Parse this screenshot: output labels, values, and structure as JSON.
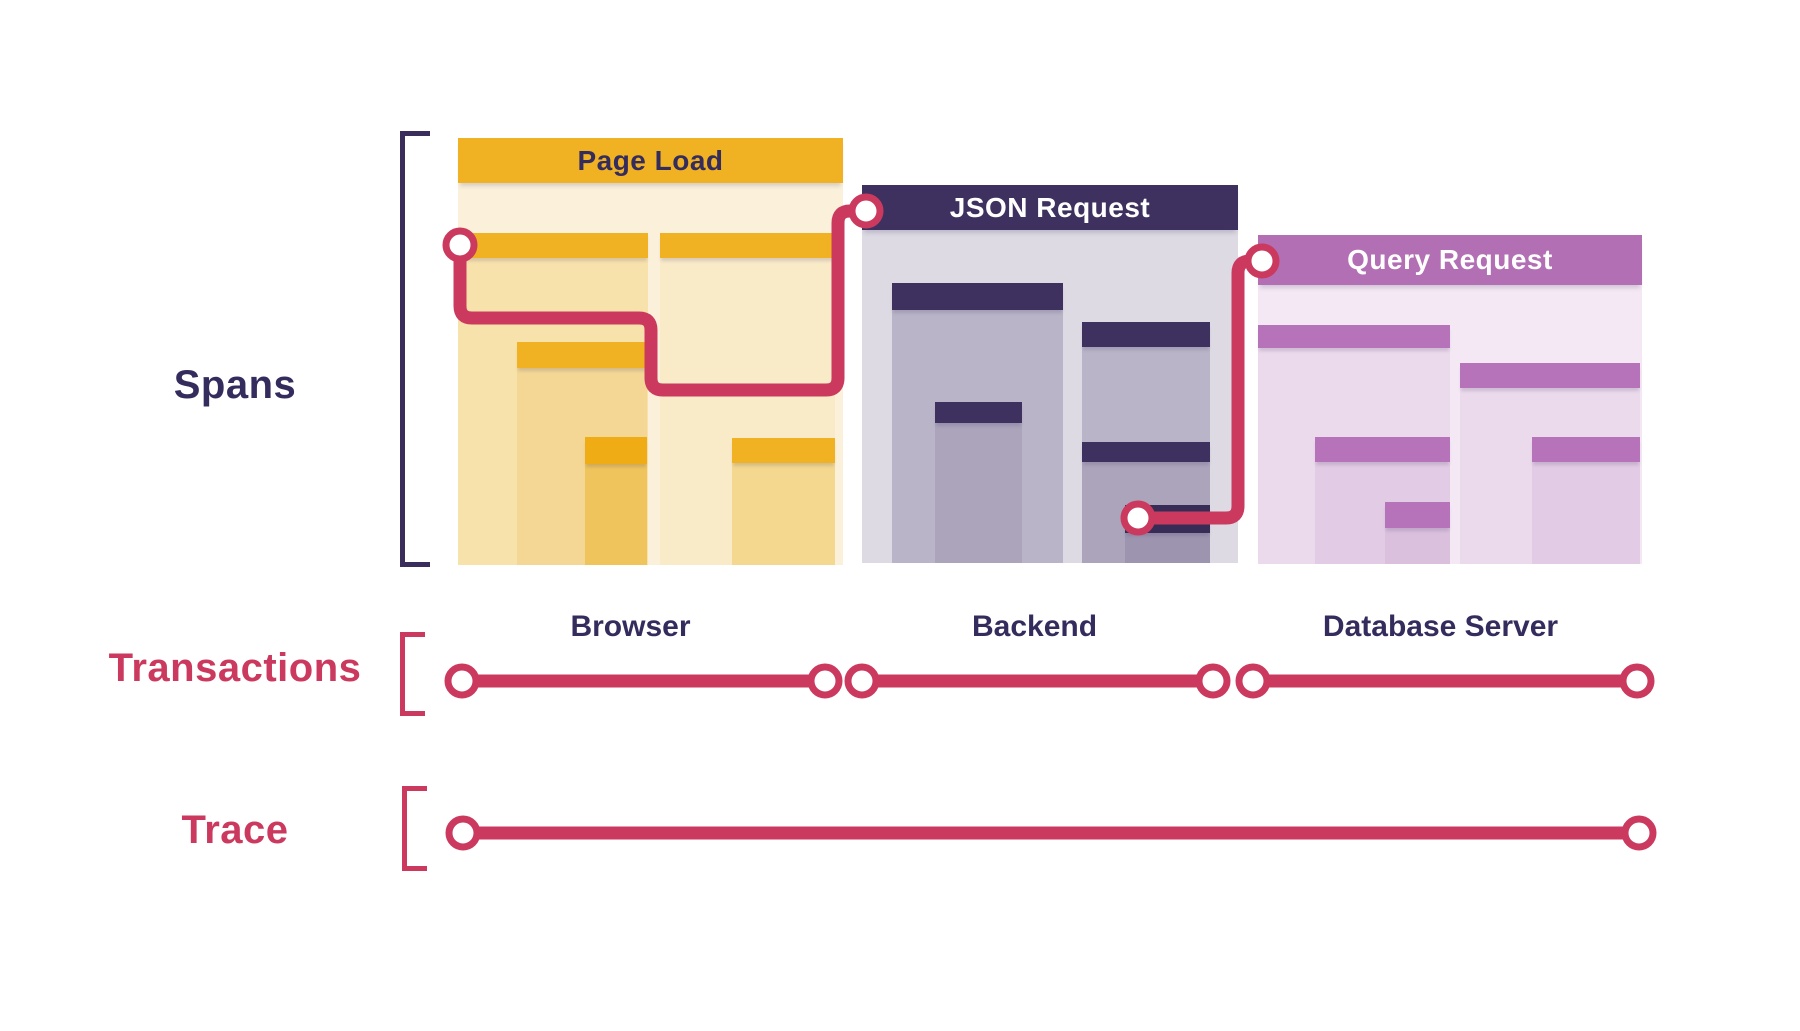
{
  "row_labels": {
    "spans": "Spans",
    "transactions": "Transactions",
    "trace": "Trace"
  },
  "panels": [
    {
      "title": "Page Load",
      "column": "Browser"
    },
    {
      "title": "JSON Request",
      "column": "Backend"
    },
    {
      "title": "Query Request",
      "column": "Database Server"
    }
  ],
  "colors": {
    "crimson_line": "#CB3A5E",
    "navy": "#3E3160",
    "navy_text": "#352C5E",
    "gold": "#F0B222",
    "purple": "#B26FB4"
  }
}
